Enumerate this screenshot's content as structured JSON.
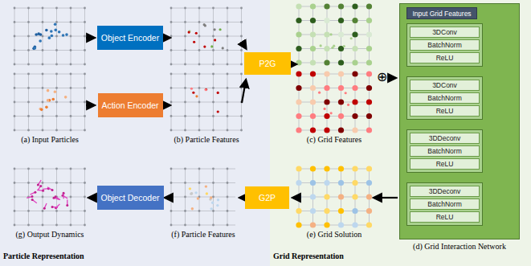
{
  "diagram": {
    "nodes": [
      {
        "text": [
          "Object Encoder"
        ]
      },
      {
        "text": [
          "Action Encoder"
        ]
      },
      {
        "text": [
          "P2G"
        ]
      },
      {
        "text": [
          "(d) Grid Interaction Network"
        ]
      },
      {
        "text": [
          "Input Grid Features"
        ],
        "in": 3
      },
      {
        "text": [
          "3DConv",
          "BatchNorm",
          "ReLU"
        ],
        "in": 3
      },
      {
        "text": [
          "3DConv",
          "BatchNorm",
          "ReLU"
        ],
        "in": 3
      },
      {
        "text": [
          "3DDeconv",
          "BatchNorm",
          "ReLU"
        ],
        "in": 3
      },
      {
        "text": [
          "3DDeconv",
          "BatchNorm",
          "ReLU"
        ],
        "in": 3
      },
      {
        "text": [
          "G2P"
        ]
      },
      {
        "text": [
          "Object Decoder"
        ]
      }
    ],
    "labels": [
      "(a) Input Particles",
      "(b) Particle Features",
      "(c) Grid Features",
      "⊕",
      "(g) Output Dynamics",
      "(f) Particle Features",
      "(e) Grid Solution",
      "Particle Representation",
      "Grid Representation"
    ]
  }
}
